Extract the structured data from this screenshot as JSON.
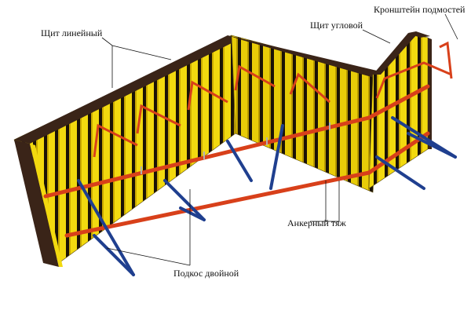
{
  "labels": {
    "linear_panel": "Щит линейный",
    "corner_panel": "Щит угловой",
    "scaffold_bracket": "Кронштейн подмостей",
    "anchor_tie": "Анкерный тяж",
    "double_brace": "Подкос двойной"
  },
  "colors": {
    "panel_face": "#f2d90f",
    "panel_shadow": "#c9a800",
    "frame_top": "#3a2418",
    "rib": "#1a1206",
    "waler": "#d8401a",
    "brace": "#1f3f8f",
    "tie": "#e0e0e0"
  }
}
